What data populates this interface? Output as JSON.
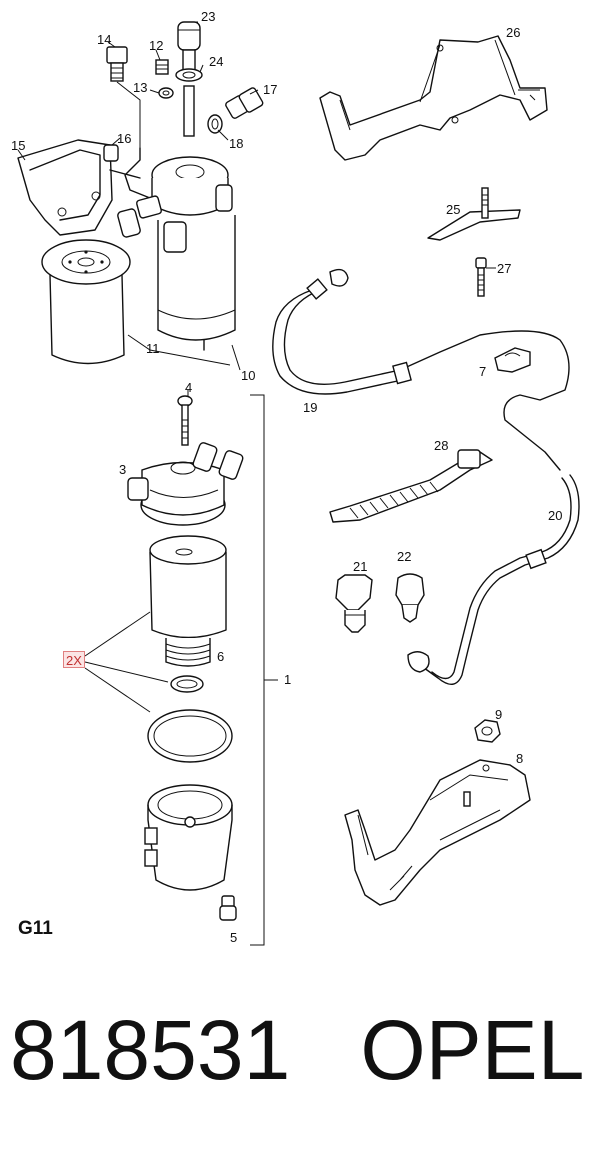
{
  "callouts": {
    "c1": "1",
    "c3": "3",
    "c4": "4",
    "c5": "5",
    "c6": "6",
    "c7": "7",
    "c8": "8",
    "c9": "9",
    "c10": "10",
    "c11": "11",
    "c12": "12",
    "c13": "13",
    "c14": "14",
    "c15": "15",
    "c16": "16",
    "c17": "17",
    "c18": "18",
    "c19": "19",
    "c20": "20",
    "c21": "21",
    "c22": "22",
    "c23": "23",
    "c24": "24",
    "c25": "25",
    "c26": "26",
    "c27": "27",
    "c28": "28"
  },
  "quantity_badge": "2X",
  "group_label": "G11",
  "part_number": "818531",
  "brand": "OPEL"
}
